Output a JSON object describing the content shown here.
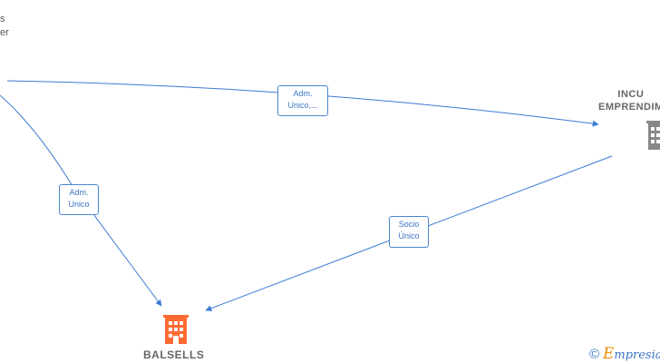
{
  "person": {
    "lines": [
      "s",
      "er"
    ]
  },
  "nodes": {
    "main": {
      "name": "BALSELLS",
      "color": "#ff6a33"
    },
    "right": {
      "lines": [
        "INCU",
        "EMPRENDIM"
      ],
      "color": "#888888"
    }
  },
  "edges": [
    {
      "label": [
        "Adm.",
        "Unico,..."
      ]
    },
    {
      "label": [
        "Adm.",
        "Unico"
      ]
    },
    {
      "label": [
        "Socio",
        "Único"
      ]
    }
  ],
  "footer": {
    "copyright_symbol": "©",
    "brand_initial": "E",
    "brand_rest": "mpresia"
  },
  "colors": {
    "edge": "#3a7bd5",
    "edge_label_border": "#4a86d0"
  }
}
